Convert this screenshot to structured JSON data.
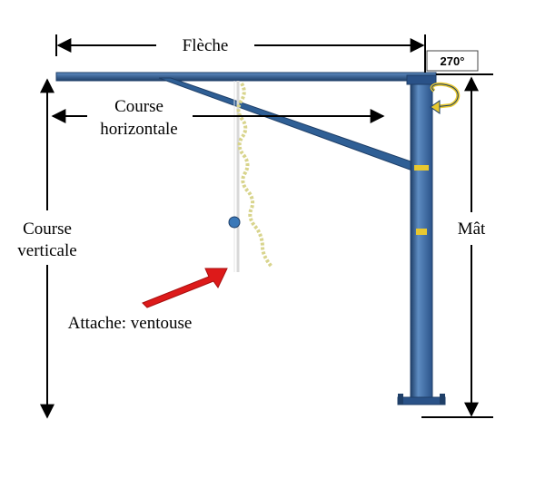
{
  "labels": {
    "fleche": "Flèche",
    "rotation": "270°",
    "course_horizontale_line1": "Course",
    "course_horizontale_line2": "horizontale",
    "course_verticale_line1": "Course",
    "course_verticale_line2": "verticale",
    "mat": "Mât",
    "attache": "Attache: ventouse"
  },
  "colors": {
    "steel_blue": "#2f5f95",
    "steel_dark": "#1f3f68",
    "steel_light": "#5d8cc2",
    "accent_yellow": "#e8c830",
    "chain": "#d8d48c",
    "pointer_red": "#dd1a1a",
    "dimension_line": "#000000"
  }
}
